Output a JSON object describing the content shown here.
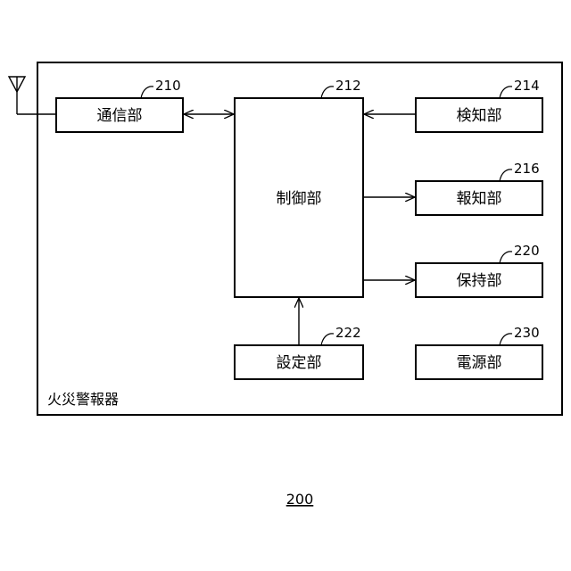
{
  "device": {
    "caption": "火災警報器",
    "figure_number": "200"
  },
  "blocks": {
    "communication": {
      "label": "通信部",
      "ref": "210"
    },
    "control": {
      "label": "制御部",
      "ref": "212"
    },
    "detection": {
      "label": "検知部",
      "ref": "214"
    },
    "notification": {
      "label": "報知部",
      "ref": "216"
    },
    "storage": {
      "label": "保持部",
      "ref": "220"
    },
    "setting": {
      "label": "設定部",
      "ref": "222"
    },
    "power": {
      "label": "電源部",
      "ref": "230"
    }
  },
  "connections": [
    {
      "from": "communication",
      "to": "control",
      "direction": "bidirectional"
    },
    {
      "from": "detection",
      "to": "control",
      "direction": "one-way"
    },
    {
      "from": "control",
      "to": "notification",
      "direction": "one-way"
    },
    {
      "from": "control",
      "to": "storage",
      "direction": "one-way"
    },
    {
      "from": "setting",
      "to": "control",
      "direction": "one-way"
    }
  ]
}
